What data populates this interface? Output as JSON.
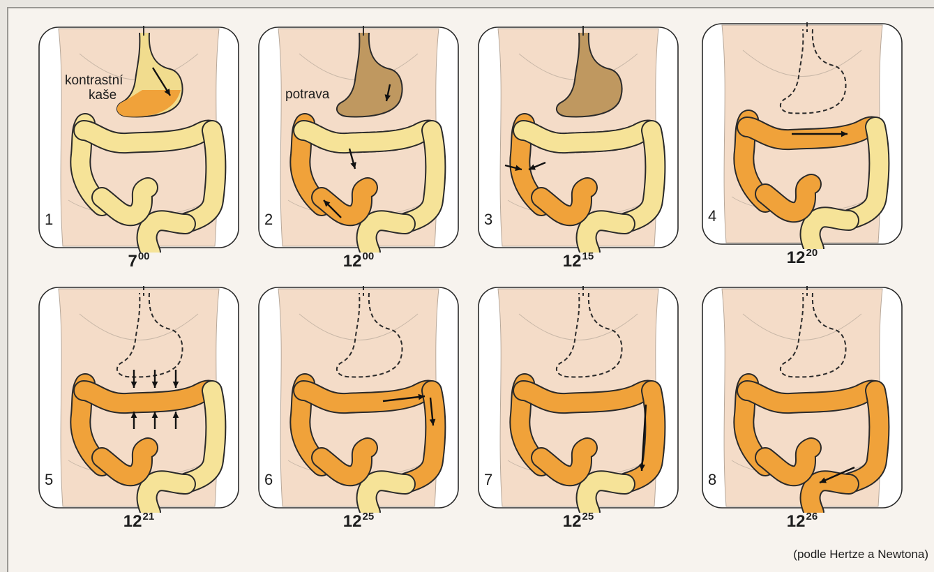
{
  "figure": {
    "credit": "(podle Hertze a Newtona)",
    "panels": [
      {
        "number": "1",
        "time_hour": "7",
        "time_min": "00",
        "labels": [
          "kontrastní",
          "kaše"
        ]
      },
      {
        "number": "2",
        "time_hour": "12",
        "time_min": "00",
        "labels": [
          "potrava"
        ]
      },
      {
        "number": "3",
        "time_hour": "12",
        "time_min": "15"
      },
      {
        "number": "4",
        "time_hour": "12",
        "time_min": "20"
      },
      {
        "number": "5",
        "time_hour": "12",
        "time_min": "21"
      },
      {
        "number": "6",
        "time_hour": "12",
        "time_min": "25"
      },
      {
        "number": "7",
        "time_hour": "12",
        "time_min": "25"
      },
      {
        "number": "8",
        "time_hour": "12",
        "time_min": "26"
      }
    ]
  },
  "colors": {
    "skin": "#f4dcc8",
    "colon_pale": "#f6e398",
    "contrast_orange": "#f0a23a",
    "stomach_food": "#bf9860",
    "outline": "#2a2a2a"
  }
}
